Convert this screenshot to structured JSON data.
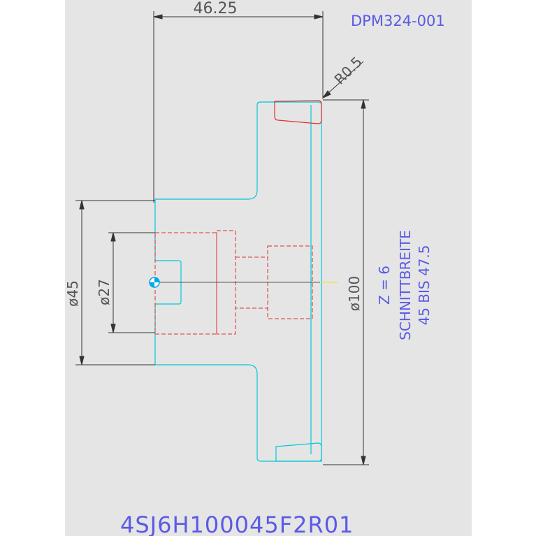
{
  "drawing_number": "DPM324-001",
  "part_code": "4SJ6H100045F2R01",
  "dimensions": {
    "width": "46.25",
    "radius": "R0.5",
    "dia_outer": "ø100",
    "dia_hub": "ø45",
    "dia_bore": "ø27"
  },
  "notes": {
    "teeth": "Z = 6",
    "cut_label": "SCHNITTBREITE",
    "cut_range": "45 BIS 47.5"
  },
  "colors": {
    "outline": "#00c8d8",
    "hidden": "#e0302a",
    "dimension": "#333333",
    "text_blue": "#5a5ae6",
    "center_mark": "#00a8e8",
    "axis_tick": "#e6e600"
  }
}
